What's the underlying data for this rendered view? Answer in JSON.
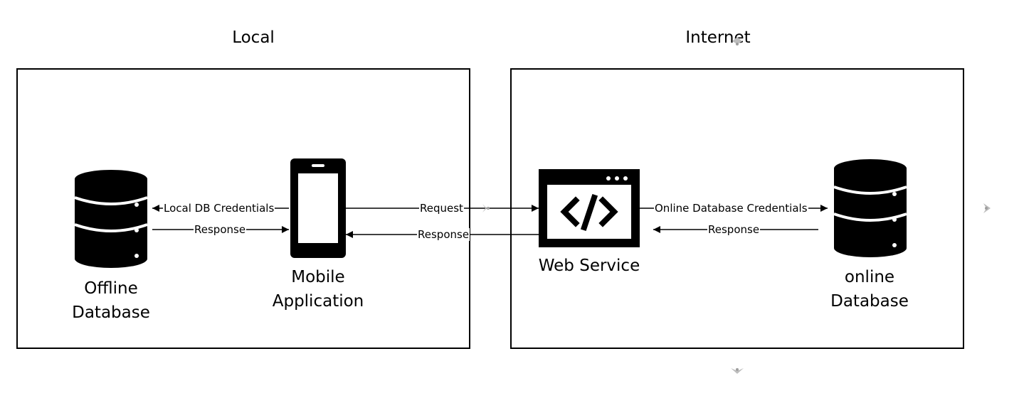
{
  "zones": {
    "local": {
      "title": "Local"
    },
    "internet": {
      "title": "Internet"
    }
  },
  "nodes": {
    "offline_db": {
      "label_line1": "Offline",
      "label_line2": "Database",
      "icon": "database-icon"
    },
    "mobile_app": {
      "label_line1": "Mobile",
      "label_line2": "Application",
      "icon": "smartphone-icon"
    },
    "web_service": {
      "label": "Web Service",
      "icon": "code-window-icon"
    },
    "online_db": {
      "label_line1": "online",
      "label_line2": "Database",
      "icon": "database-icon"
    }
  },
  "edges": {
    "local_db_credentials": "Local DB Credentials",
    "local_response": "Response",
    "request": "Request",
    "web_response": "Response",
    "online_db_credentials": "Online Database Credentials",
    "online_response": "Response"
  }
}
